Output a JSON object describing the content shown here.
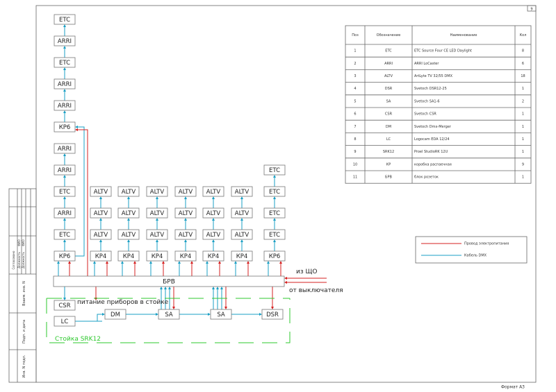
{
  "sheet": {
    "page_number": "9",
    "format_label": "Формат А3",
    "stamp": [
      "Взаим. инв. N",
      "Подп. и дата",
      "Инв. N подл."
    ],
    "stamp_small": [
      "Согласовано",
      "Должность",
      "ФИО",
      "Должность",
      "ФИО"
    ]
  },
  "colors": {
    "dmx": "#1a9fc4",
    "power": "#d62020",
    "rack": "#2ec82e",
    "frame": "#666666"
  },
  "diagram": {
    "brv": "БРВ",
    "rack_label": "Стойка SRK12",
    "power_label": "питание приборов в стойке",
    "from_shchO": "из ЩО",
    "from_switch": "от выключателя",
    "col1_upper": [
      "ETC",
      "ARRI",
      "ETC",
      "ARRI",
      "ARRI",
      "КР6"
    ],
    "col1_lower": [
      "ARRI",
      "ARRI",
      "ETC",
      "ARRI",
      "ETC",
      "КР6"
    ],
    "altv_cols": [
      [
        "ALTV",
        "ALTV",
        "ALTV",
        "КР4"
      ],
      [
        "ALTV",
        "ALTV",
        "ALTV",
        "КР4"
      ],
      [
        "ALTV",
        "ALTV",
        "ALTV",
        "КР4"
      ],
      [
        "ALTV",
        "ALTV",
        "ALTV",
        "КР4"
      ],
      [
        "ALTV",
        "ALTV",
        "ALTV",
        "КР4"
      ],
      [
        "ALTV",
        "ALTV",
        "ALTV",
        "КР4"
      ]
    ],
    "right_col": [
      "ETC",
      "ETC",
      "ETC",
      "ETC",
      "КР6"
    ],
    "rack_devices": {
      "csr": "CSR",
      "lc": "LC",
      "dm": "DM",
      "sa1": "SA",
      "sa2": "SA",
      "dsr": "DSR"
    }
  },
  "spec_table": {
    "headers": [
      "Поз",
      "Обозначение",
      "Наименование",
      "Кол"
    ],
    "rows": [
      [
        "1",
        "ETC",
        "ETC Source Four CE LED Daylight",
        "8"
      ],
      [
        "2",
        "ARRI",
        "ARRI LoCaster",
        "6"
      ],
      [
        "3",
        "ALTV",
        "ArtLyte TV 32/55 DMX",
        "18"
      ],
      [
        "4",
        "DSR",
        "Svetoch DSR12-25",
        "1"
      ],
      [
        "5",
        "SA",
        "Svetoch SA1-6",
        "2"
      ],
      [
        "6",
        "CSR",
        "Svetoch CSR",
        "1"
      ],
      [
        "7",
        "DM",
        "Svetoch Dmx-Merger",
        "1"
      ],
      [
        "8",
        "LC",
        "Logocam EDA 12/24",
        "1"
      ],
      [
        "9",
        "SRK12",
        "Proel StudioRK 12U",
        "1"
      ],
      [
        "10",
        "КР",
        "коробка распаечная",
        "9"
      ],
      [
        "11",
        "БРВ",
        "блок розеток",
        "1"
      ]
    ]
  },
  "legend": {
    "power": "Провод электропитания",
    "dmx": "Кабель DMX"
  }
}
